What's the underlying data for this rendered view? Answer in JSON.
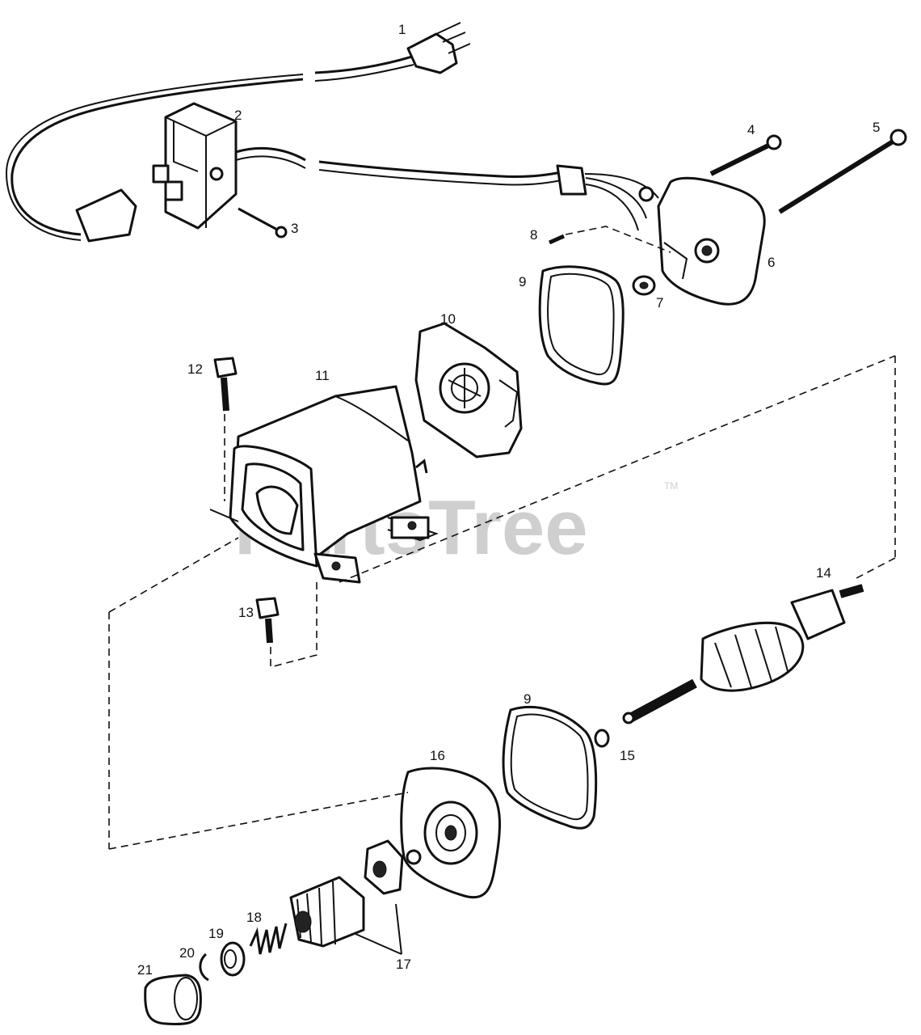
{
  "diagram": {
    "watermark": "PartsTree",
    "watermark_tm": "TM",
    "callouts": {
      "c1": "1",
      "c2": "2",
      "c3": "3",
      "c4": "4",
      "c5": "5",
      "c6": "6",
      "c7": "7",
      "c8": "8",
      "c9a": "9",
      "c9b": "9",
      "c10": "10",
      "c11": "11",
      "c12": "12",
      "c13": "13",
      "c14": "14",
      "c15": "15",
      "c16": "16",
      "c17": "17",
      "c18": "18",
      "c19": "19",
      "c20": "20",
      "c21": "21"
    }
  }
}
